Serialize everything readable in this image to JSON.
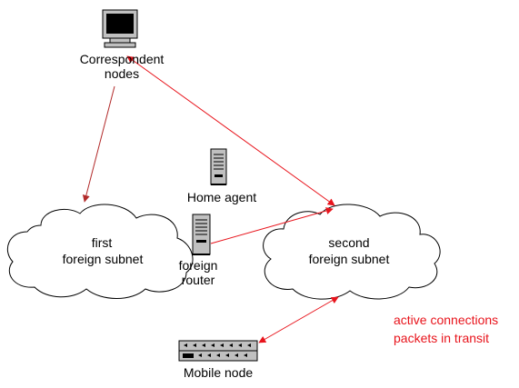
{
  "nodes": {
    "correspondent": {
      "label_line1": "Correspondent",
      "label_line2": "nodes",
      "icon": "monitor-icon"
    },
    "home_agent": {
      "label": "Home agent",
      "icon": "server-tower-icon"
    },
    "foreign_router": {
      "label_line1": "foreign",
      "label_line2": "router",
      "icon": "server-tower-icon"
    },
    "mobile_node": {
      "label": "Mobile node",
      "icon": "network-device-icon"
    }
  },
  "subnets": {
    "first": {
      "label_line1": "first",
      "label_line2": "foreign subnet"
    },
    "second": {
      "label_line1": "second",
      "label_line2": "foreign subnet"
    }
  },
  "legend": {
    "line1": "active connections",
    "line2": "packets in transit"
  },
  "colors": {
    "connection_red": "#e8141c",
    "connection_darkred": "#b22a2a",
    "outline": "#000000",
    "device_gray": "#c0c0c0"
  }
}
